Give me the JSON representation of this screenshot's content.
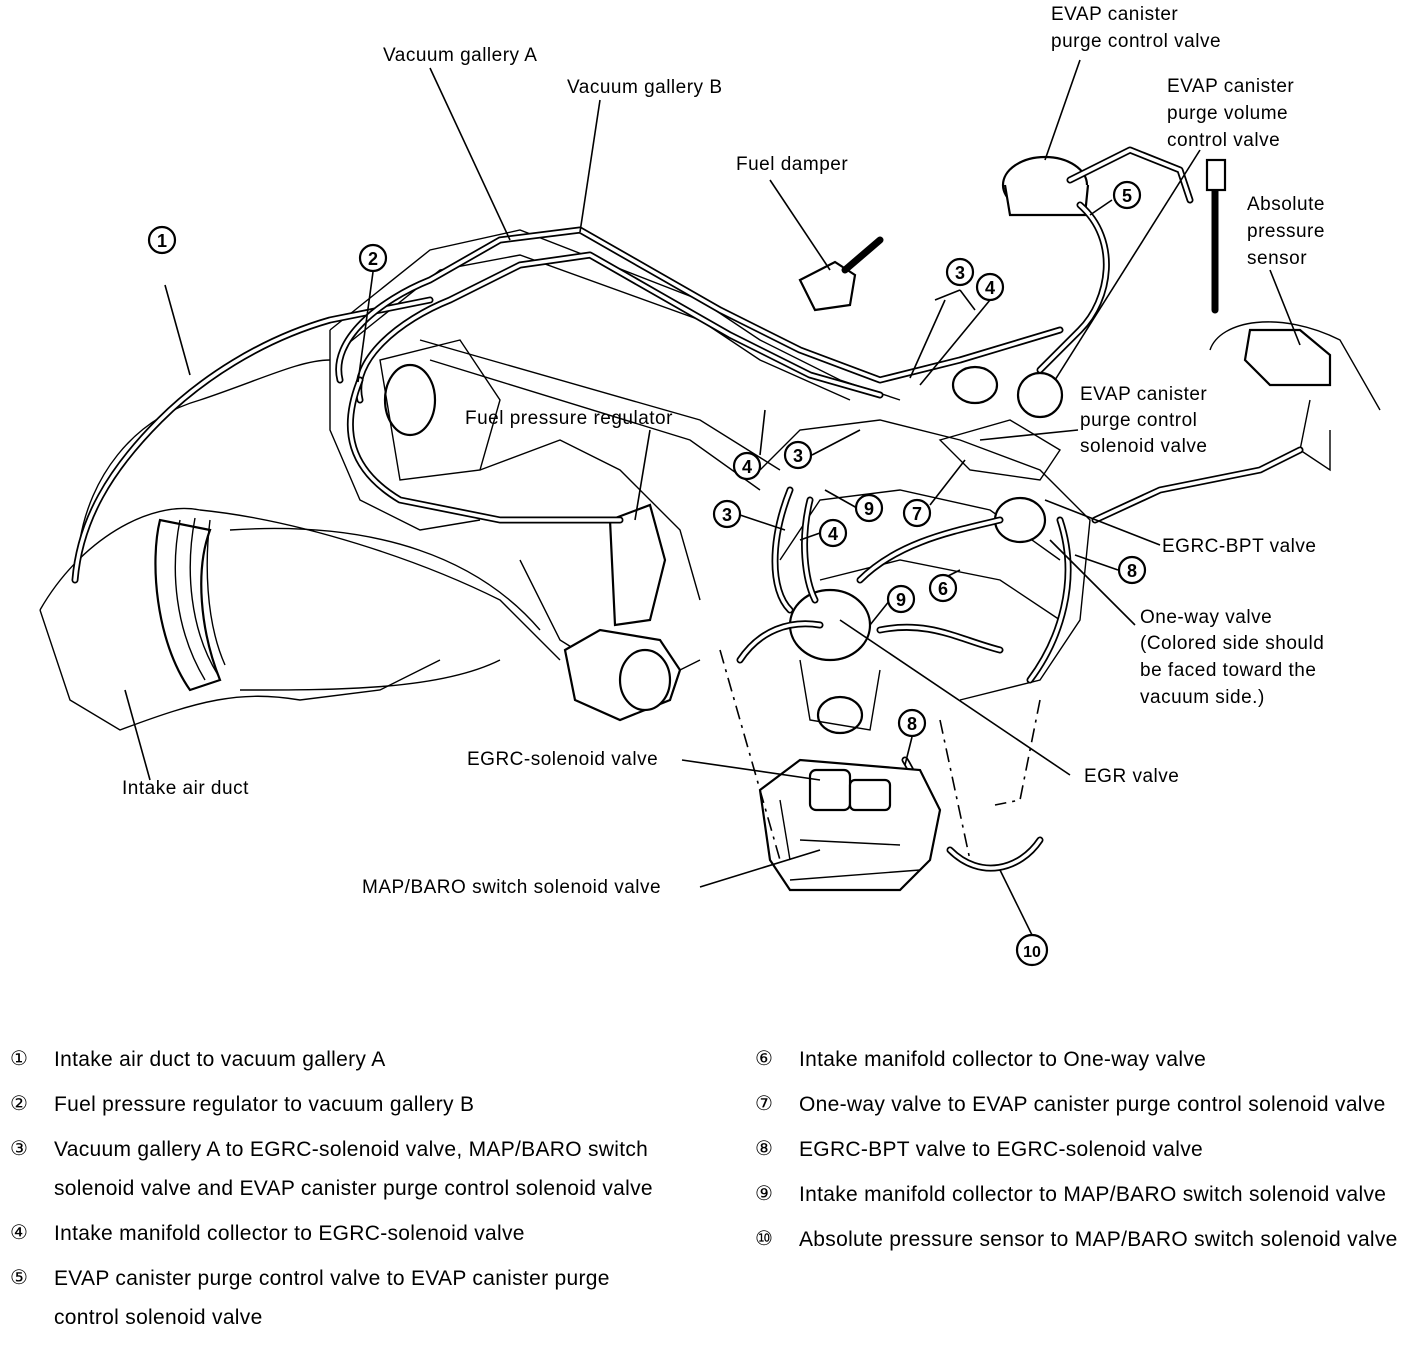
{
  "diagram_labels": {
    "vacuum_gallery_a": "Vacuum gallery A",
    "vacuum_gallery_b": "Vacuum gallery B",
    "fuel_damper": "Fuel damper",
    "evap_purge_control_valve": [
      "EVAP canister",
      "purge control valve"
    ],
    "evap_purge_volume_control_valve": [
      "EVAP canister",
      "purge volume",
      "control valve"
    ],
    "absolute_pressure_sensor": [
      "Absolute",
      "pressure",
      "sensor"
    ],
    "evap_purge_control_solenoid_valve": [
      "EVAP canister",
      "purge control",
      "solenoid valve"
    ],
    "fuel_pressure_regulator": "Fuel pressure regulator",
    "egrc_bpt_valve": "EGRC-BPT valve",
    "one_way_valve": [
      "One-way valve",
      "(Colored side should",
      "be faced toward the",
      "vacuum side.)"
    ],
    "egr_valve": "EGR valve",
    "egrc_solenoid_valve": "EGRC-solenoid valve",
    "map_baro_switch_solenoid_valve": "MAP/BARO switch solenoid valve",
    "intake_air_duct": "Intake air duct"
  },
  "callouts": {
    "c1": "1",
    "c2": "2",
    "c3": "3",
    "c4": "4",
    "c5": "5",
    "c6": "6",
    "c7": "7",
    "c8": "8",
    "c9": "9",
    "c10": "10"
  },
  "legend": {
    "left": [
      {
        "mark": "①",
        "text": "Intake air duct to vacuum gallery A"
      },
      {
        "mark": "②",
        "text": "Fuel pressure regulator to vacuum gallery B"
      },
      {
        "mark": "③",
        "text": "Vacuum gallery A to EGRC-solenoid valve, MAP/BARO switch solenoid valve and EVAP canister purge control solenoid valve"
      },
      {
        "mark": "④",
        "text": "Intake manifold collector to EGRC-solenoid valve"
      },
      {
        "mark": "⑤",
        "text": "EVAP canister purge control valve to EVAP canister purge control solenoid valve"
      }
    ],
    "right": [
      {
        "mark": "⑥",
        "text": "Intake manifold collector to One-way valve"
      },
      {
        "mark": "⑦",
        "text": "One-way valve to EVAP canister purge control solenoid valve"
      },
      {
        "mark": "⑧",
        "text": "EGRC-BPT valve to EGRC-solenoid valve"
      },
      {
        "mark": "⑨",
        "text": "Intake manifold collector to MAP/BARO switch solenoid valve"
      },
      {
        "mark": "⑩",
        "text": "Absolute pressure sensor to MAP/BARO switch solenoid valve"
      }
    ]
  }
}
